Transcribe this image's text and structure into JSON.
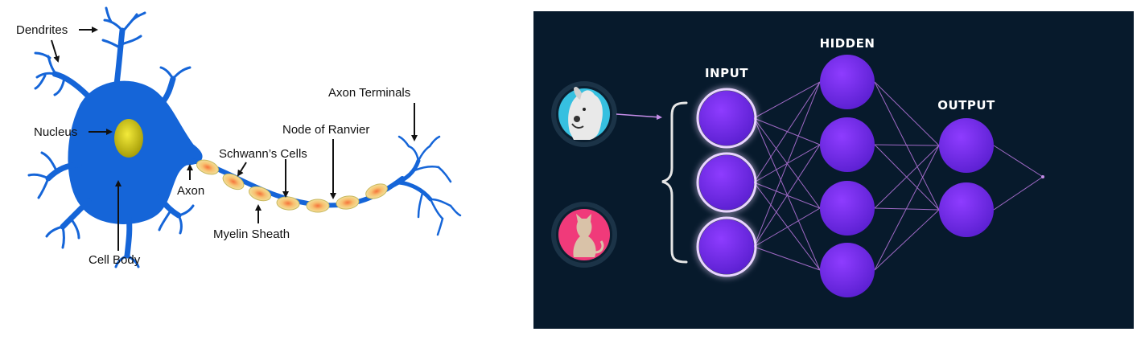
{
  "neuron": {
    "labels": {
      "dendrites": "Dendrites",
      "nucleus": "Nucleus",
      "axon": "Axon",
      "cell_body": "Cell Body",
      "schwann_cells": "Schwann’s Cells",
      "myelin_sheath": "Myelin Sheath",
      "node_of_ranvier": "Node of Ranvier",
      "axon_terminals": "Axon Terminals"
    },
    "colors": {
      "body": "#1565d8",
      "nucleus": "#c9c011",
      "sheath": "#f2e6a0"
    }
  },
  "network": {
    "titles": {
      "input": "INPUT",
      "hidden": "HIDDEN",
      "output": "OUTPUT"
    },
    "layers": {
      "input_nodes": 3,
      "hidden_nodes": 4,
      "output_nodes": 2
    },
    "images": [
      "dog-icon",
      "cat-icon"
    ],
    "colors": {
      "background": "#071a2c",
      "node": "#7a2bf0",
      "edge": "#b977e0",
      "dog_circle": "#36c0e0",
      "cat_circle": "#f03a7a"
    }
  }
}
